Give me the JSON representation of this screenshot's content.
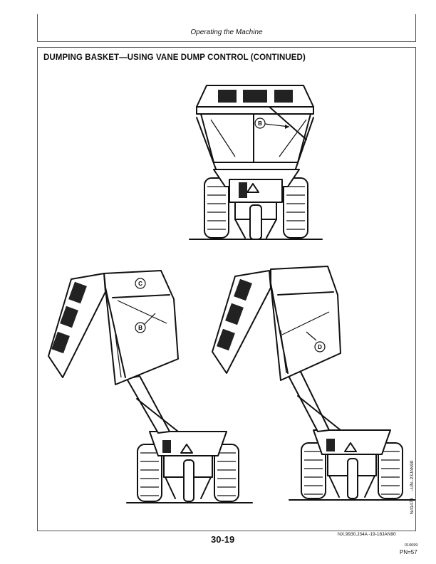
{
  "header": {
    "section": "Operating the Machine"
  },
  "title": "DUMPING BASKET—USING VANE DUMP CONTROL (CONTINUED)",
  "figure": {
    "callouts": {
      "b": "B",
      "c": "C",
      "d": "D"
    },
    "side_code_1": "N41478",
    "side_code_2": "–UN–23JAN90"
  },
  "footer": {
    "ref": "NX,9930,J34A   -19-18JAN90",
    "page_number": "30-19",
    "doc_code": "010699",
    "pn": "PN=57"
  }
}
